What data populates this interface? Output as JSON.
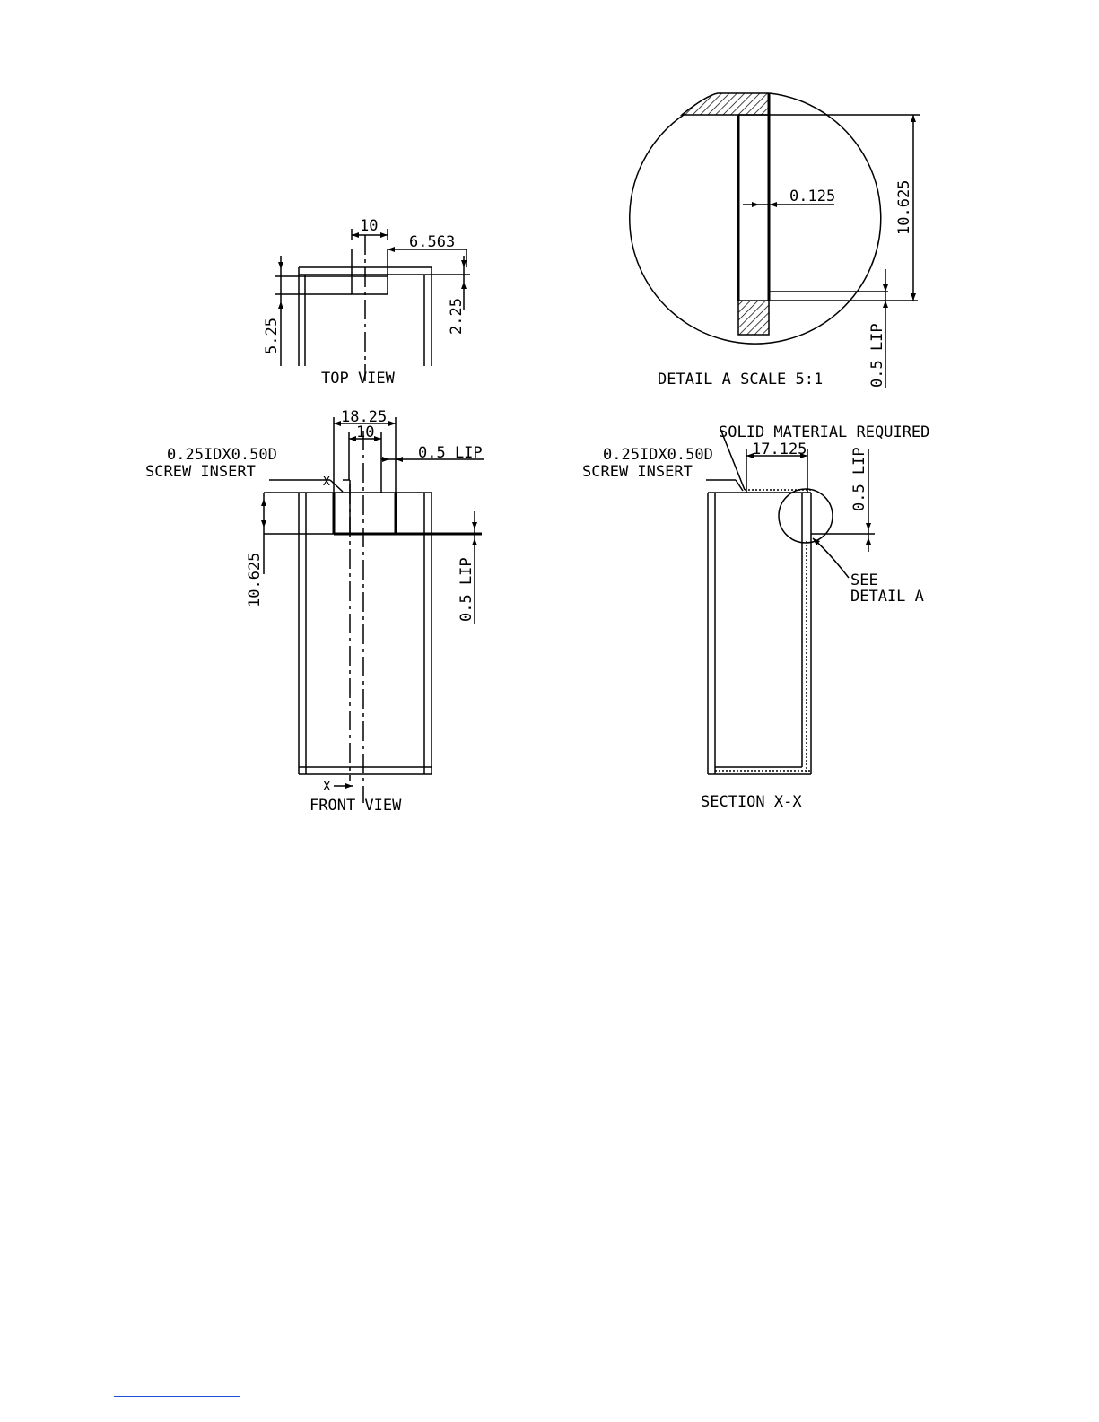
{
  "top_view": {
    "title": "TOP VIEW",
    "dim_width": "10",
    "dim_offset": "6.563",
    "dim_height": "5.25",
    "dim_slot": "2.25"
  },
  "front_view": {
    "title": "FRONT VIEW",
    "dim_outer": "18.25",
    "dim_inner": "10",
    "lip_top": "0.5 LIP",
    "lip_right": "0.5 LIP",
    "dim_height": "10.625",
    "insert_line1": "0.25IDX0.50D",
    "insert_line2": "SCREW INSERT",
    "section_mark_top": "X",
    "section_mark_bottom": "X"
  },
  "detail_a": {
    "title": "DETAIL A SCALE 5:1",
    "dim_thickness": "0.125",
    "dim_height": "10.625",
    "lip": "0.5 LIP"
  },
  "section_xx": {
    "title": "SECTION X-X",
    "solid_note": "SOLID MATERIAL REQUIRED",
    "dim_width": "17.125",
    "insert_line1": "0.25IDX0.50D",
    "insert_line2": "SCREW INSERT",
    "lip": "0.5 LIP",
    "see_line1": "SEE",
    "see_line2": "DETAIL A"
  }
}
